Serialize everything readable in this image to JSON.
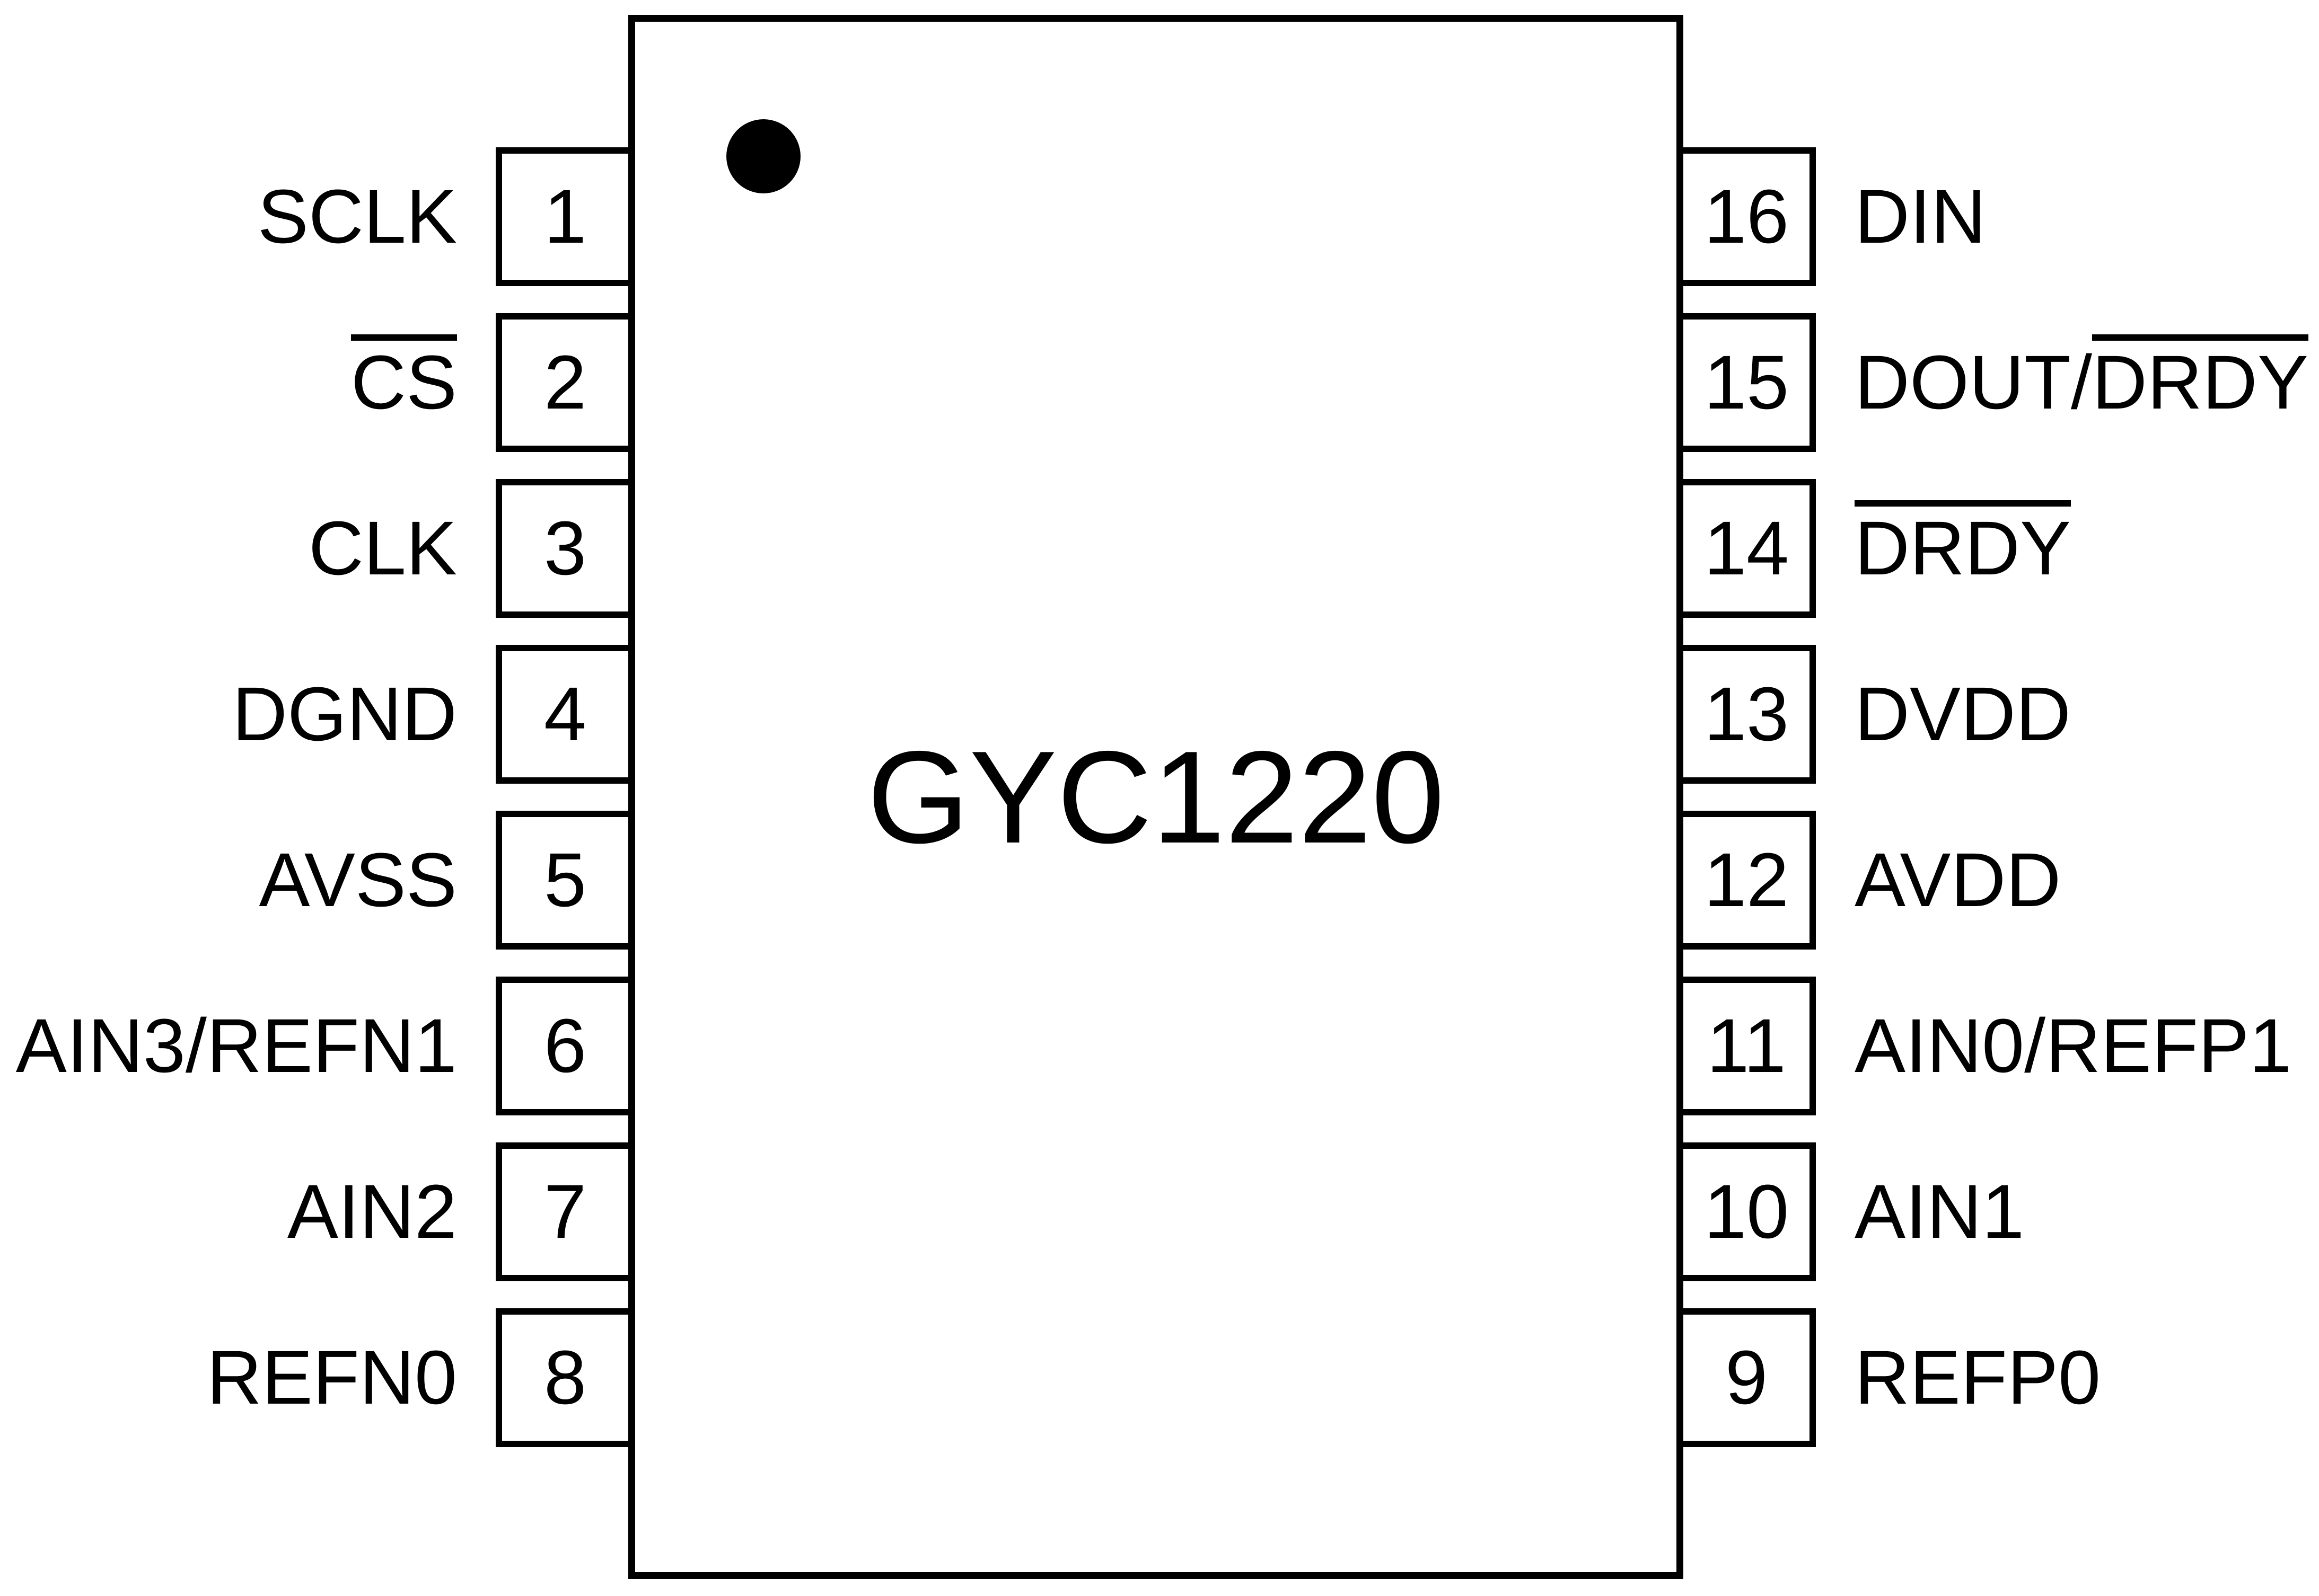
{
  "chip": {
    "title": "GYC1220",
    "pin1_marker": "filled-dot"
  },
  "colors": {
    "ink": "#000000",
    "paper": "#ffffff"
  },
  "pins": {
    "left": [
      {
        "number": "1",
        "parts": [
          {
            "text": "SCLK",
            "bar": false
          }
        ]
      },
      {
        "number": "2",
        "parts": [
          {
            "text": "CS",
            "bar": true
          }
        ]
      },
      {
        "number": "3",
        "parts": [
          {
            "text": "CLK",
            "bar": false
          }
        ]
      },
      {
        "number": "4",
        "parts": [
          {
            "text": "DGND",
            "bar": false
          }
        ]
      },
      {
        "number": "5",
        "parts": [
          {
            "text": "AVSS",
            "bar": false
          }
        ]
      },
      {
        "number": "6",
        "parts": [
          {
            "text": "AIN3/REFN1",
            "bar": false
          }
        ]
      },
      {
        "number": "7",
        "parts": [
          {
            "text": "AIN2",
            "bar": false
          }
        ]
      },
      {
        "number": "8",
        "parts": [
          {
            "text": "REFN0",
            "bar": false
          }
        ]
      }
    ],
    "right": [
      {
        "number": "16",
        "parts": [
          {
            "text": "DIN",
            "bar": false
          }
        ]
      },
      {
        "number": "15",
        "parts": [
          {
            "text": "DOUT/",
            "bar": false
          },
          {
            "text": "DRDY",
            "bar": true
          }
        ]
      },
      {
        "number": "14",
        "parts": [
          {
            "text": "DRDY",
            "bar": true
          }
        ]
      },
      {
        "number": "13",
        "parts": [
          {
            "text": "DVDD",
            "bar": false
          }
        ]
      },
      {
        "number": "12",
        "parts": [
          {
            "text": "AVDD",
            "bar": false
          }
        ]
      },
      {
        "number": "11",
        "parts": [
          {
            "text": "AIN0/REFP1",
            "bar": false
          }
        ]
      },
      {
        "number": "10",
        "parts": [
          {
            "text": "AIN1",
            "bar": false
          }
        ]
      },
      {
        "number": "9",
        "parts": [
          {
            "text": "REFP0",
            "bar": false
          }
        ]
      }
    ]
  }
}
